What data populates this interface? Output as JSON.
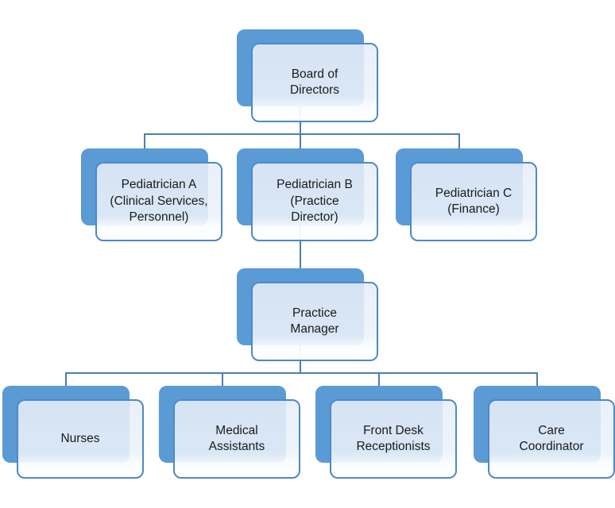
{
  "org_chart": {
    "nodes": [
      {
        "id": "board",
        "label": "Board of\nDirectors",
        "reports_to": null
      },
      {
        "id": "pediatrician-a",
        "label": "Pediatrician A\n(Clinical Services,\nPersonnel)",
        "reports_to": "board"
      },
      {
        "id": "pediatrician-b",
        "label": "Pediatrician B\n(Practice\nDirector)",
        "reports_to": "board"
      },
      {
        "id": "pediatrician-c",
        "label": "Pediatrician C\n(Finance)",
        "reports_to": "board"
      },
      {
        "id": "practice-manager",
        "label": "Practice\nManager",
        "reports_to": "pediatrician-b"
      },
      {
        "id": "nurses",
        "label": "Nurses",
        "reports_to": "practice-manager"
      },
      {
        "id": "medical-assistants",
        "label": "Medical\nAssistants",
        "reports_to": "practice-manager"
      },
      {
        "id": "front-desk-receptionists",
        "label": "Front Desk\nReceptionists",
        "reports_to": "practice-manager"
      },
      {
        "id": "care-coordinator",
        "label": "Care\nCoordinator",
        "reports_to": "practice-manager"
      }
    ],
    "colors": {
      "back_panel": "#5b9bd5",
      "box_border": "#4c89cb",
      "box_fill_top": "#e7eef9",
      "box_fill_bottom": "#ffffff",
      "connector": "#4e7eb0",
      "text": "#1a1a1a"
    }
  }
}
